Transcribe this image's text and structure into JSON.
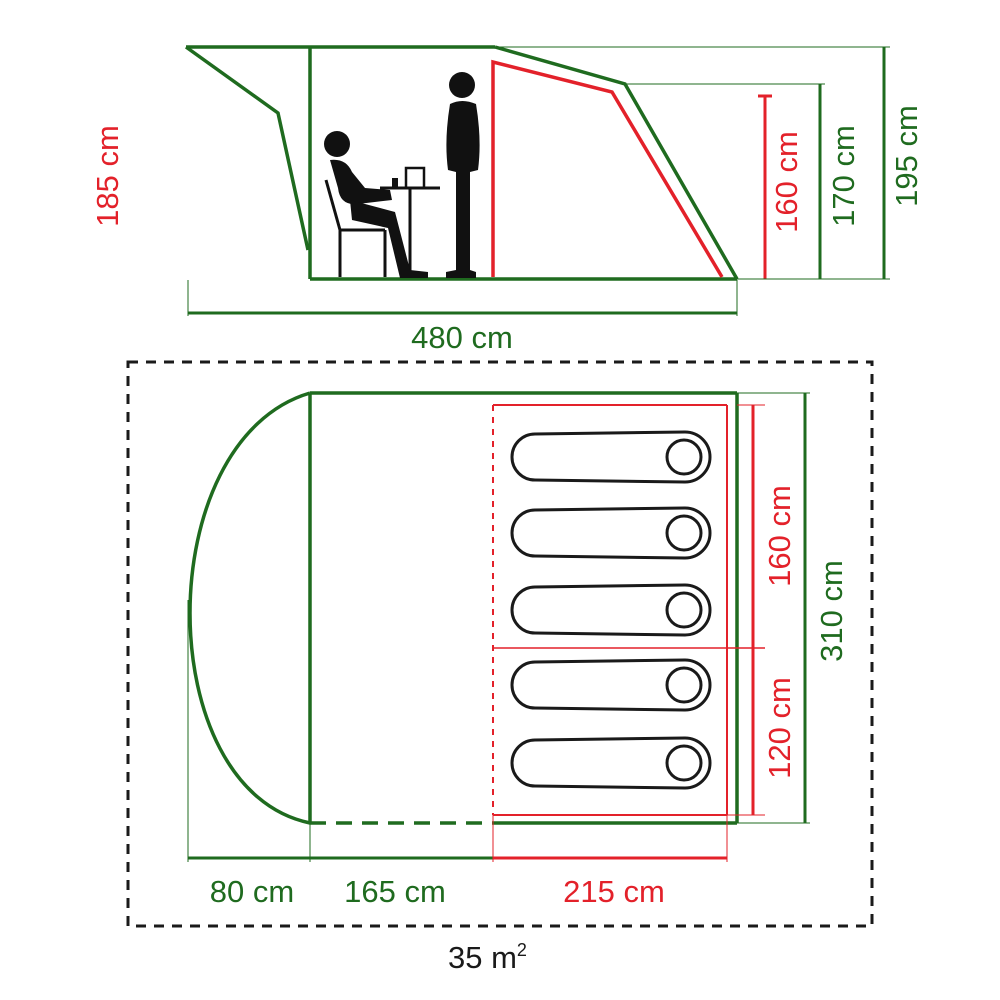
{
  "colors": {
    "green": "#1f6b1f",
    "red": "#e3212a",
    "black": "#1a1a1a",
    "background": "#ffffff"
  },
  "side_view": {
    "labels": {
      "height_185": "185 cm",
      "height_160": "160 cm",
      "height_170": "170 cm",
      "height_195": "195 cm",
      "length_480": "480 cm"
    }
  },
  "floor_plan": {
    "labels": {
      "width_80": "80 cm",
      "width_165": "165 cm",
      "width_215": "215 cm",
      "depth_160": "160 cm",
      "depth_120": "120 cm",
      "depth_310": "310 cm"
    },
    "area": {
      "value": "35 m",
      "superscript": "2"
    },
    "sleeping_bag_count": 5,
    "bedroom_count": 2
  }
}
